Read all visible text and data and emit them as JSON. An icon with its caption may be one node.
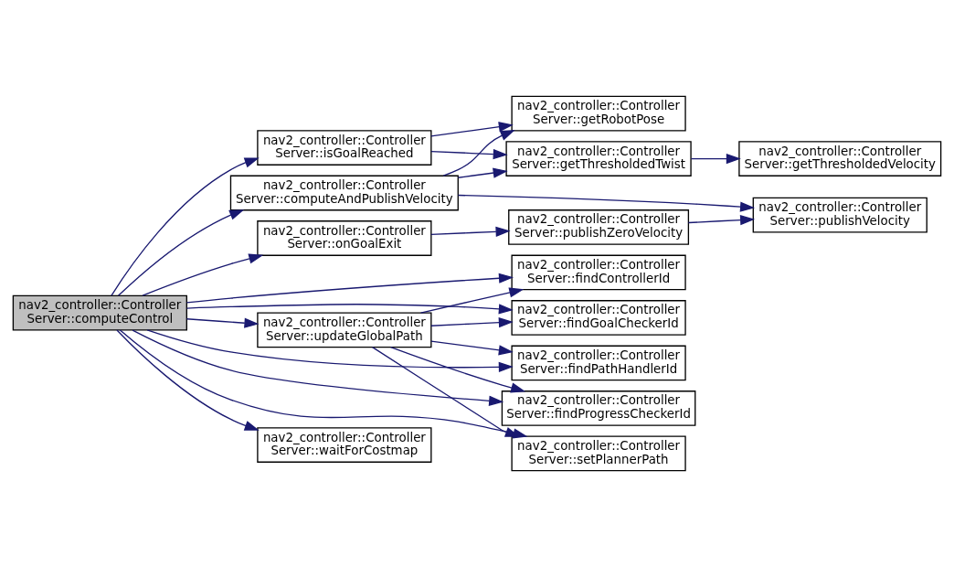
{
  "diagram": {
    "nodes": [
      {
        "text": [
          "nav2_controller::Controller Server::computeControl"
        ]
      },
      {
        "text": [
          "nav2_controller::Controller Server::isGoalReached"
        ]
      },
      {
        "text": [
          "nav2_controller::Controller Server::computeAndPublishVelocity"
        ]
      },
      {
        "text": [
          "nav2_controller::Controller Server::onGoalExit"
        ]
      },
      {
        "text": [
          "nav2_controller::Controller Server::updateGlobalPath"
        ]
      },
      {
        "text": [
          "nav2_controller::Controller Server::waitForCostmap"
        ]
      },
      {
        "text": [
          "nav2_controller::Controller Server::getThresholdedTwist"
        ]
      },
      {
        "text": [
          "nav2_controller::Controller Server::getRobotPose"
        ]
      },
      {
        "text": [
          "nav2_controller::Controller Server::publishZeroVelocity"
        ]
      },
      {
        "text": [
          "nav2_controller::Controller Server::findControllerId"
        ]
      },
      {
        "text": [
          "nav2_controller::Controller Server::findGoalCheckerId"
        ]
      },
      {
        "text": [
          "nav2_controller::Controller Server::findPathHandlerId"
        ]
      },
      {
        "text": [
          "nav2_controller::Controller Server::findProgressCheckerId"
        ]
      },
      {
        "text": [
          "nav2_controller::Controller Server::setPlannerPath"
        ]
      },
      {
        "text": [
          "nav2_controller::Controller Server::getThresholdedVelocity"
        ]
      },
      {
        "text": [
          "nav2_controller::Controller Server::publishVelocity"
        ]
      }
    ],
    "edges": [
      {
        "from": 0,
        "to": 1,
        "arrow": "to"
      },
      {
        "from": 0,
        "to": 2,
        "arrow": "to"
      },
      {
        "from": 0,
        "to": 3,
        "arrow": "to"
      },
      {
        "from": 0,
        "to": 9,
        "arrow": "to"
      },
      {
        "from": 0,
        "to": 10,
        "arrow": "to"
      },
      {
        "from": 0,
        "to": 4,
        "arrow": "to"
      },
      {
        "from": 0,
        "to": 11,
        "arrow": "to"
      },
      {
        "from": 0,
        "to": 12,
        "arrow": "to"
      },
      {
        "from": 0,
        "to": 13,
        "arrow": "to"
      },
      {
        "from": 0,
        "to": 5,
        "arrow": "to"
      },
      {
        "from": 1,
        "to": 6,
        "arrow": "to"
      },
      {
        "from": 1,
        "to": 7,
        "arrow": "to"
      },
      {
        "from": 6,
        "to": 14,
        "arrow": "to"
      },
      {
        "from": 2,
        "to": 6,
        "arrow": "to"
      },
      {
        "from": 2,
        "to": 7,
        "arrow": "to"
      },
      {
        "from": 2,
        "to": 15,
        "arrow": "to"
      },
      {
        "from": 3,
        "to": 8,
        "arrow": "to"
      },
      {
        "from": 8,
        "to": 15,
        "arrow": "to"
      },
      {
        "from": 4,
        "to": 9,
        "arrow": "to"
      },
      {
        "from": 4,
        "to": 10,
        "arrow": "to"
      },
      {
        "from": 4,
        "to": 11,
        "arrow": "to"
      },
      {
        "from": 4,
        "to": 12,
        "arrow": "to"
      },
      {
        "from": 4,
        "to": 13,
        "arrow": "to"
      }
    ]
  }
}
